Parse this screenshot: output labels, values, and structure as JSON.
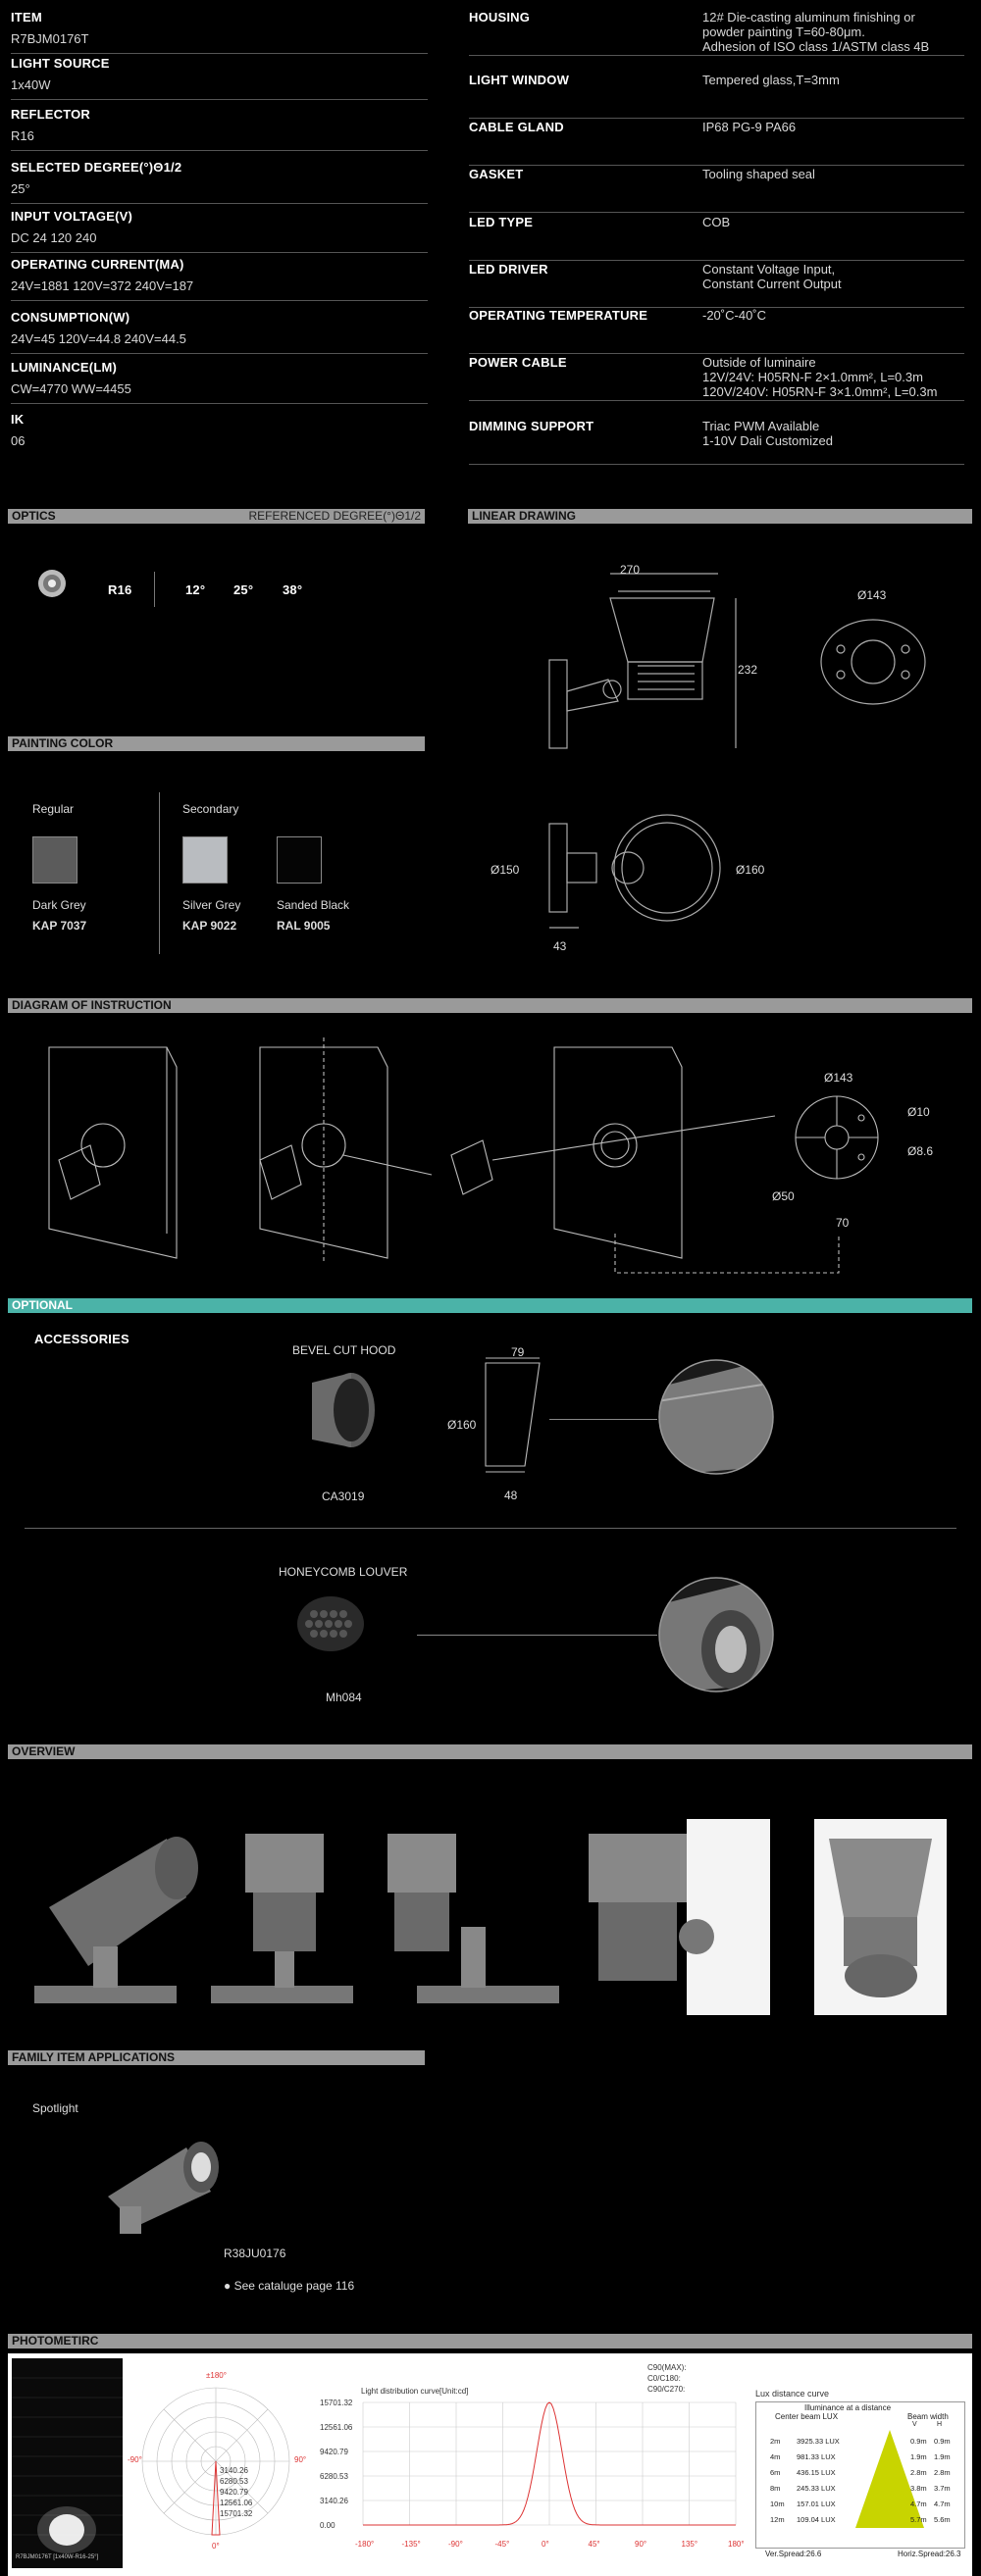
{
  "specs_left": [
    {
      "label": "ITEM",
      "value": "R7BJM0176T"
    },
    {
      "label": "LIGHT SOURCE",
      "value": "1x40W"
    },
    {
      "label": "REFLECTOR",
      "value": "R16"
    },
    {
      "label": "SELECTED DEGREE(°)Θ1/2",
      "value": "25°"
    },
    {
      "label": "INPUT VOLTAGE(V)",
      "value": "DC 24   120   240"
    },
    {
      "label": "OPERATING CURRENT(MA)",
      "value": "24V=1881   120V=372   240V=187"
    },
    {
      "label": "CONSUMPTION(W)",
      "value": "24V=45   120V=44.8   240V=44.5"
    },
    {
      "label": "LUMINANCE(LM)",
      "value": "CW=4770   WW=4455"
    },
    {
      "label": "IK",
      "value": "06"
    }
  ],
  "specs_right": [
    {
      "label": "HOUSING",
      "value": "12# Die-casting aluminum finishing or\npowder painting T=60-80μm.\nAdhesion of ISO class 1/ASTM class 4B"
    },
    {
      "label": "LIGHT WINDOW",
      "value": "Tempered   glass,T=3mm"
    },
    {
      "label": "CABLE GLAND",
      "value": "IP68 PG-9 PA66"
    },
    {
      "label": "GASKET",
      "value": "Tooling shaped seal"
    },
    {
      "label": "LED TYPE",
      "value": "COB"
    },
    {
      "label": "LED DRIVER",
      "value": "Constant Voltage Input,\nConstant Current Output"
    },
    {
      "label": "OPERATING TEMPERATURE",
      "value": "-20˚C-40˚C"
    },
    {
      "label": "POWER CABLE",
      "value": "Outside of luminaire\n12V/24V: H05RN-F 2×1.0mm², L=0.3m\n120V/240V: H05RN-F 3×1.0mm², L=0.3m"
    },
    {
      "label": "DIMMING SUPPORT",
      "value": "Triac  PWM  Available\n1-10V  Dali  Customized"
    }
  ],
  "optics": {
    "title": "OPTICS",
    "right": "REFERENCED DEGREE(°)Θ1/2",
    "reflector": "R16",
    "degrees": [
      "12°",
      "25°",
      "38°"
    ]
  },
  "linear": {
    "title": "LINEAR DRAWING",
    "dims": {
      "w": "270",
      "h": "232",
      "d1": "Ø143",
      "d2": "Ø150",
      "d3": "Ø160",
      "d4": "43"
    }
  },
  "painting": {
    "title": "PAINTING COLOR",
    "regular": "Regular",
    "secondary": "Secondary",
    "colors": [
      {
        "name": "Dark Grey",
        "code": "KAP 7037",
        "hex": "#5b5b5b"
      },
      {
        "name": "Silver Grey",
        "code": "KAP 9022",
        "hex": "#b9bcc0"
      },
      {
        "name": "Sanded Black",
        "code": "RAL 9005",
        "hex": "#050505"
      }
    ]
  },
  "instruction": {
    "title": "DIAGRAM OF INSTRUCTION",
    "dims": {
      "d1": "Ø143",
      "d2": "Ø10",
      "d3": "Ø8.6",
      "d4": "Ø50",
      "d5": "70"
    }
  },
  "optional": {
    "title": "OPTIONAL",
    "accessories": "ACCESSORIES",
    "hood_title": "BEVEL CUT HOOD",
    "hood_code": "CA3019",
    "hood_dims": {
      "a": "79",
      "b": "Ø160",
      "c": "48"
    },
    "louver_title": "HONEYCOMB LOUVER",
    "louver_code": "Mh084"
  },
  "overview": {
    "title": "OVERVIEW"
  },
  "family": {
    "title": "FAMILY ITEM APPLICATIONS",
    "name": "Spotlight",
    "code": "R38JU0176",
    "note": "● See cataluge page 116"
  },
  "photometric": {
    "title": "PHOTOMETIRC",
    "polar_labels": [
      "±180°",
      "-90°",
      "90°",
      "0°"
    ],
    "polar_values": [
      "3140.26",
      "6280.53",
      "9420.79",
      "12561.06",
      "15701.32"
    ],
    "curve_title": "Light distribution curve[Unit:cd]",
    "curve_legend": [
      "C90(MAX):",
      "C0/C180:",
      "C90/C270:"
    ],
    "curve_y": [
      "15701.32",
      "12561.06",
      "9420.79",
      "6280.53",
      "3140.26",
      "0.00"
    ],
    "curve_x": [
      "-180°",
      "-135°",
      "-90°",
      "-45°",
      "0°",
      "45°",
      "90°",
      "135°",
      "180°"
    ],
    "lux_title": "Lux distance curve",
    "lux_head1": "Illuminance at a distance",
    "lux_head2": "Center beam LUX",
    "lux_head3": "Beam width",
    "lux_vh": [
      "V",
      "H"
    ],
    "lux_rows": [
      [
        "2m",
        "3925.33 LUX",
        "0.9m",
        "0.9m"
      ],
      [
        "4m",
        "981.33 LUX",
        "1.9m",
        "1.9m"
      ],
      [
        "6m",
        "436.15 LUX",
        "2.8m",
        "2.8m"
      ],
      [
        "8m",
        "245.33 LUX",
        "3.8m",
        "3.7m"
      ],
      [
        "10m",
        "157.01 LUX",
        "4.7m",
        "4.7m"
      ],
      [
        "12m",
        "109.04 LUX",
        "5.7m",
        "5.6m"
      ]
    ],
    "spread_v": "Ver.Spread:26.6",
    "spread_h": "Horiz.Spread:26.3",
    "small_caption": "R7BJM0176T   [1x40W-R16-25°]"
  }
}
